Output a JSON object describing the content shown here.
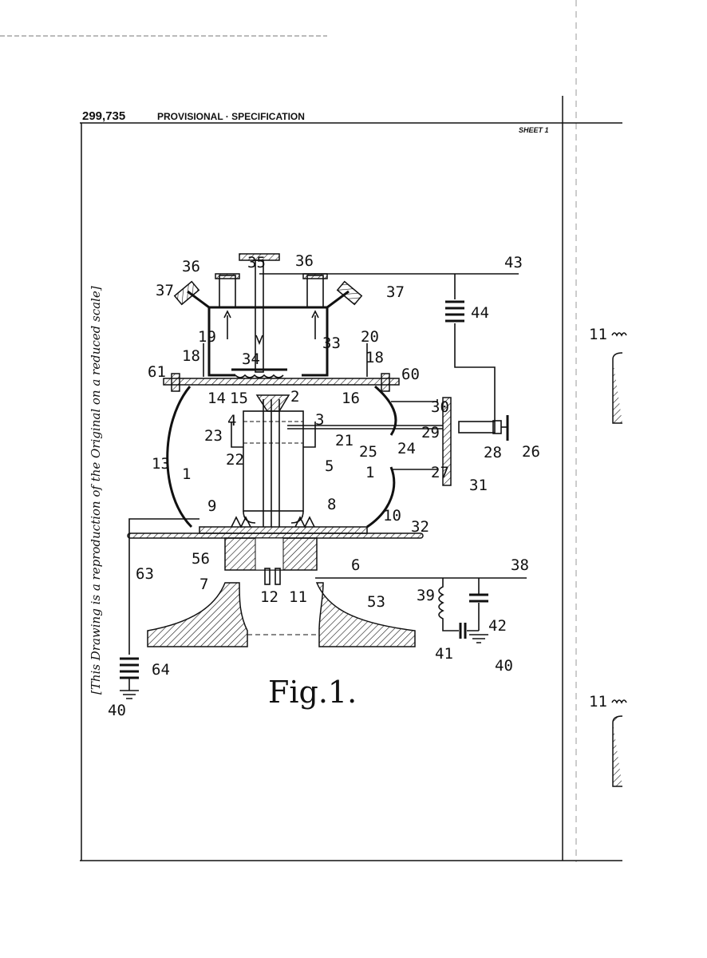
{
  "header": {
    "patent_number": "299,735",
    "title": "PROVISIONAL · SPECIFICATION",
    "sheet": "SHEET 1"
  },
  "side_note": "[This Drawing is a reproduction of the Original on a reduced scale]",
  "figure_label": "Fig.1.",
  "refs": {
    "r35": "35",
    "r36a": "36",
    "r36b": "36",
    "r43": "43",
    "r37a": "37",
    "r37b": "37",
    "r44": "44",
    "r19": "19",
    "r20": "20",
    "r33": "33",
    "r34": "34",
    "r18a": "18",
    "r18b": "18",
    "r61": "61",
    "r60": "60",
    "r14": "14",
    "r15": "15",
    "r2": "2",
    "r16": "16",
    "r30": "30",
    "r4": "4",
    "r3": "3",
    "r29": "29",
    "r23": "23",
    "r26": "26",
    "r13": "13",
    "r21": "21",
    "r25": "25",
    "r24": "24",
    "r28": "28",
    "r22": "22",
    "r5": "5",
    "r1a": "1",
    "r1b": "1",
    "r27": "27",
    "r31": "31",
    "r9": "9",
    "r8": "8",
    "r10": "10",
    "r32": "32",
    "r56": "56",
    "r63": "63",
    "r6": "6",
    "r7": "7",
    "r38": "38",
    "r12": "12",
    "r11": "11",
    "r53": "53",
    "r39": "39",
    "r42": "42",
    "r41": "41",
    "r40a": "40",
    "r64": "64",
    "r40b": "40",
    "r11s1": "11",
    "r11s2": "11"
  }
}
